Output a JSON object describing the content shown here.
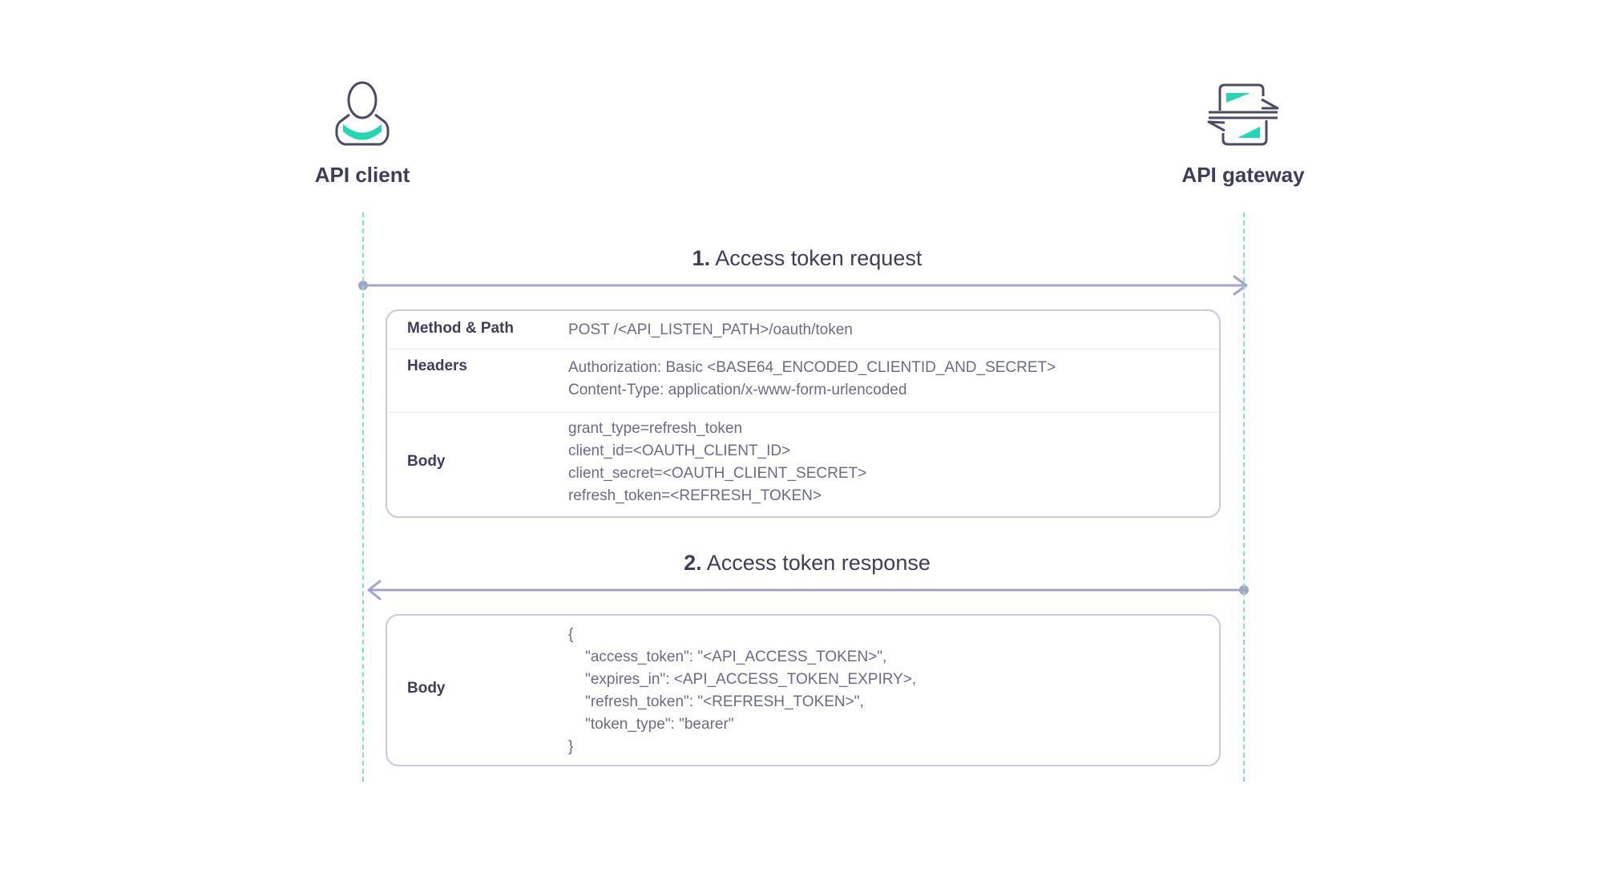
{
  "actors": {
    "client": {
      "label": "API client",
      "icon": "user-icon"
    },
    "gateway": {
      "label": "API gateway",
      "icon": "gateway-exchange-icon"
    }
  },
  "messages": [
    {
      "number": "1.",
      "title": "Access token request",
      "direction": "client-to-gateway",
      "rows": [
        {
          "label": "Method & Path",
          "values": [
            "POST /<API_LISTEN_PATH>/oauth/token"
          ]
        },
        {
          "label": "Headers",
          "values": [
            "Authorization: Basic <BASE64_ENCODED_CLIENTID_AND_SECRET>",
            "Content-Type: application/x-www-form-urlencoded"
          ]
        },
        {
          "label": "Body",
          "values": [
            "grant_type=refresh_token",
            "client_id=<OAUTH_CLIENT_ID>",
            "client_secret=<OAUTH_CLIENT_SECRET>",
            "refresh_token=<REFRESH_TOKEN>"
          ]
        }
      ]
    },
    {
      "number": "2.",
      "title": "Access token response",
      "direction": "gateway-to-client",
      "rows": [
        {
          "label": "Body",
          "values": [
            "{",
            "    \"access_token\": \"<API_ACCESS_TOKEN>\",",
            "    \"expires_in\": <API_ACCESS_TOKEN_EXPIRY>,",
            "    \"refresh_token\": \"<REFRESH_TOKEN>\",",
            "    \"token_type\": \"bearer\"",
            "}"
          ]
        }
      ]
    }
  ],
  "colors": {
    "accent": "#20d9b4",
    "line": "#a3a3cf",
    "lifeline": "#7fe0cc",
    "text_dark": "#3d3d5c",
    "text_light": "#6a6a8a",
    "border": "#c9c9e3"
  }
}
